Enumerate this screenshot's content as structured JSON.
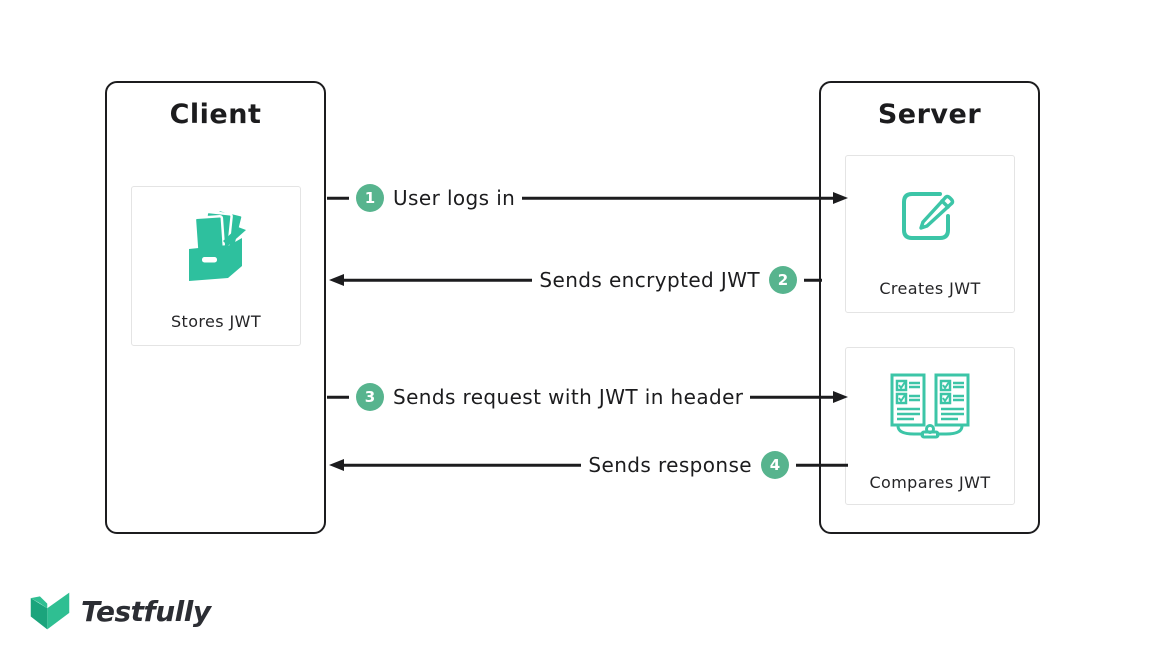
{
  "colors": {
    "badge_green": "#57b48e",
    "icon_teal_fill": "#2ec09e",
    "icon_teal_stroke": "#3cc5a7",
    "line_black": "#1c1c1e",
    "logo_green": "#2fbf92",
    "logo_green_dark": "#1ba47c"
  },
  "client": {
    "title": "Client",
    "card": {
      "label": "Stores JWT",
      "icon": "archive-box-icon"
    }
  },
  "server": {
    "title": "Server",
    "cards": [
      {
        "label": "Creates JWT",
        "icon": "edit-pencil-icon"
      },
      {
        "label": "Compares JWT",
        "icon": "compare-documents-icon"
      }
    ]
  },
  "flows": [
    {
      "step": "1",
      "label": "User logs in",
      "direction": "client-to-server"
    },
    {
      "step": "2",
      "label": "Sends encrypted JWT",
      "direction": "server-to-client"
    },
    {
      "step": "3",
      "label": "Sends request with JWT in header",
      "direction": "client-to-server"
    },
    {
      "step": "4",
      "label": "Sends response",
      "direction": "server-to-client"
    }
  ],
  "footer": {
    "brand": "Testfully"
  }
}
